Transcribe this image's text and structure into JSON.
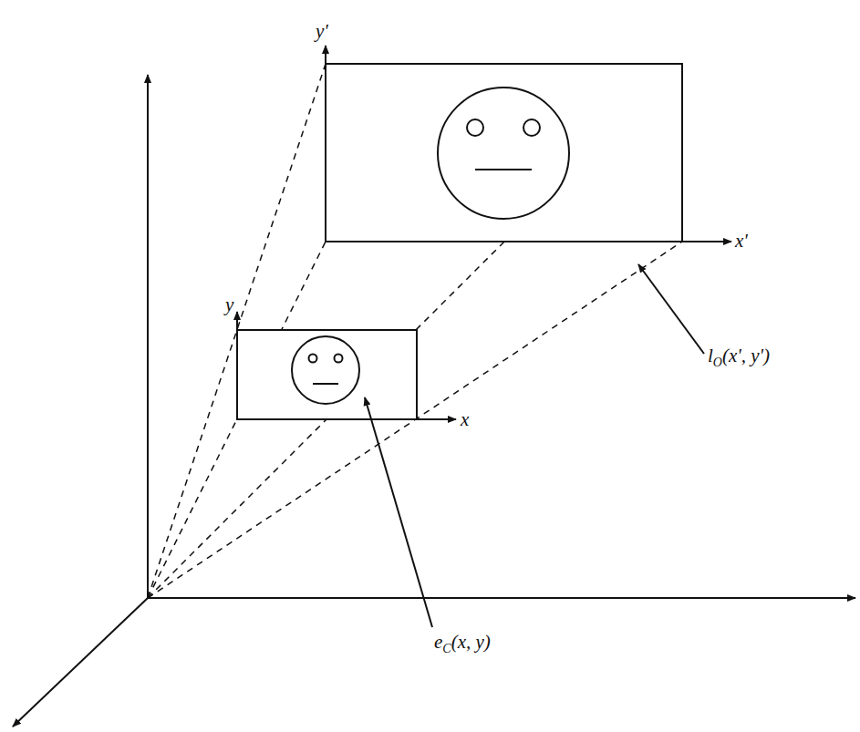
{
  "diagram": {
    "labels": [
      "y'",
      "x'",
      "y",
      "x",
      "e",
      "C",
      "(x, y)",
      "l",
      "O",
      "(x', y')"
    ]
  }
}
